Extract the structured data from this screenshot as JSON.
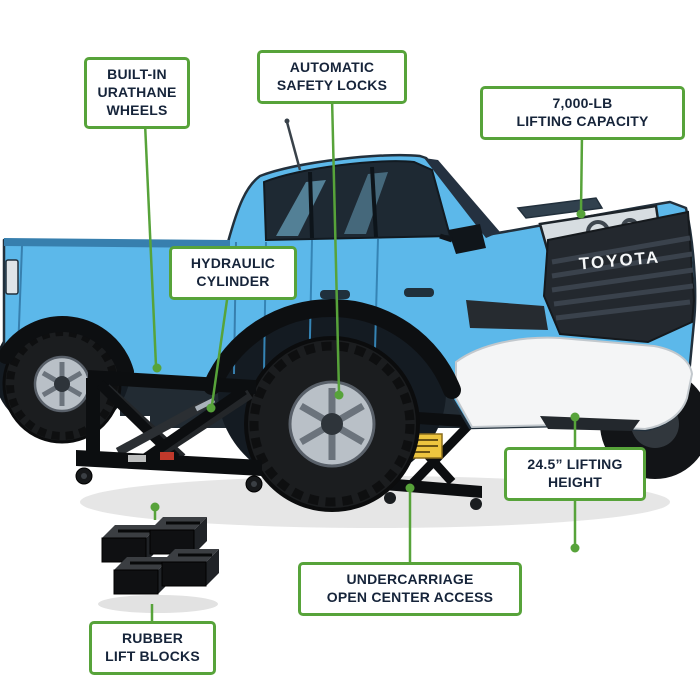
{
  "colors": {
    "accent": "#57a33a",
    "truck_blue": "#5cb8ea",
    "label_text": "#16243a",
    "lift_black": "#0c0e10",
    "sticker_yellow": "#edc53f"
  },
  "callouts": {
    "urethane_wheels": "BUILT-IN\nURATHANE\nWHEELS",
    "safety_locks": "AUTOMATIC\nSAFETY LOCKS",
    "lifting_capacity": "7,000-LB\nLIFTING CAPACITY",
    "hydraulic_cylinder": "HYDRAULIC\nCYLINDER",
    "lifting_height": "24.5” LIFTING\nHEIGHT",
    "undercarriage": "UNDERCARRIAGE\nOPEN CENTER ACCESS",
    "lift_blocks": "RUBBER\nLIFT BLOCKS"
  },
  "truck": {
    "grille_text": "TOYOTA"
  }
}
